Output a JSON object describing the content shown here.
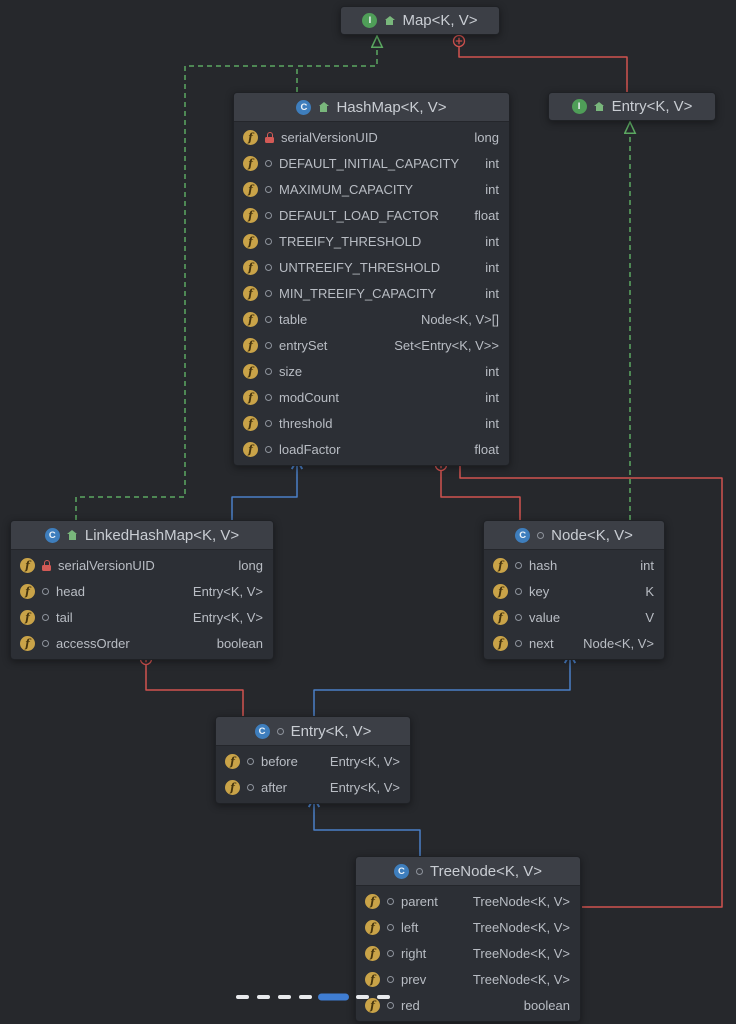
{
  "diagram": {
    "type": "uml-class-diagram",
    "background": "#26282c"
  },
  "colors": {
    "interface_green": "#4f9e58",
    "class_blue": "#3e7ebd",
    "field_yellow": "#c9a348",
    "realization_edge": "#5ba861",
    "generalization_edge": "#4a7fc6",
    "inner_class_edge": "#d0524f",
    "box_header": "#3c3f46",
    "box_body": "#2c2f35"
  },
  "classes": [
    {
      "id": "map",
      "kind": "interface",
      "title": "Map<K, V>",
      "fields": []
    },
    {
      "id": "hashmap",
      "kind": "class",
      "title": "HashMap<K, V>",
      "fields": [
        {
          "name": "serialVersionUID",
          "type": "long",
          "modifier": "private-lock"
        },
        {
          "name": "DEFAULT_INITIAL_CAPACITY",
          "type": "int",
          "modifier": "circle"
        },
        {
          "name": "MAXIMUM_CAPACITY",
          "type": "int",
          "modifier": "circle"
        },
        {
          "name": "DEFAULT_LOAD_FACTOR",
          "type": "float",
          "modifier": "circle"
        },
        {
          "name": "TREEIFY_THRESHOLD",
          "type": "int",
          "modifier": "circle"
        },
        {
          "name": "UNTREEIFY_THRESHOLD",
          "type": "int",
          "modifier": "circle"
        },
        {
          "name": "MIN_TREEIFY_CAPACITY",
          "type": "int",
          "modifier": "circle"
        },
        {
          "name": "table",
          "type": "Node<K, V>[]",
          "modifier": "circle"
        },
        {
          "name": "entrySet",
          "type": "Set<Entry<K, V>>",
          "modifier": "circle"
        },
        {
          "name": "size",
          "type": "int",
          "modifier": "circle"
        },
        {
          "name": "modCount",
          "type": "int",
          "modifier": "circle"
        },
        {
          "name": "threshold",
          "type": "int",
          "modifier": "circle"
        },
        {
          "name": "loadFactor",
          "type": "float",
          "modifier": "circle"
        }
      ]
    },
    {
      "id": "entry_interface",
      "kind": "interface",
      "title": "Entry<K, V>",
      "fields": []
    },
    {
      "id": "linkedhashmap",
      "kind": "class",
      "title": "LinkedHashMap<K, V>",
      "fields": [
        {
          "name": "serialVersionUID",
          "type": "long",
          "modifier": "private-lock"
        },
        {
          "name": "head",
          "type": "Entry<K, V>",
          "modifier": "circle"
        },
        {
          "name": "tail",
          "type": "Entry<K, V>",
          "modifier": "circle"
        },
        {
          "name": "accessOrder",
          "type": "boolean",
          "modifier": "circle"
        }
      ]
    },
    {
      "id": "node",
      "kind": "class",
      "title": "Node<K, V>",
      "fields": [
        {
          "name": "hash",
          "type": "int",
          "modifier": "circle"
        },
        {
          "name": "key",
          "type": "K",
          "modifier": "circle"
        },
        {
          "name": "value",
          "type": "V",
          "modifier": "circle"
        },
        {
          "name": "next",
          "type": "Node<K, V>",
          "modifier": "circle"
        }
      ]
    },
    {
      "id": "entry_class",
      "kind": "class",
      "title": "Entry<K, V>",
      "fields": [
        {
          "name": "before",
          "type": "Entry<K, V>",
          "modifier": "circle"
        },
        {
          "name": "after",
          "type": "Entry<K, V>",
          "modifier": "circle"
        }
      ]
    },
    {
      "id": "treenode",
      "kind": "class",
      "title": "TreeNode<K, V>",
      "fields": [
        {
          "name": "parent",
          "type": "TreeNode<K, V>",
          "modifier": "circle"
        },
        {
          "name": "left",
          "type": "TreeNode<K, V>",
          "modifier": "circle"
        },
        {
          "name": "right",
          "type": "TreeNode<K, V>",
          "modifier": "circle"
        },
        {
          "name": "prev",
          "type": "TreeNode<K, V>",
          "modifier": "circle"
        },
        {
          "name": "red",
          "type": "boolean",
          "modifier": "circle"
        }
      ]
    }
  ],
  "relationships": [
    {
      "from": "HashMap",
      "to": "Map",
      "type": "realization"
    },
    {
      "from": "LinkedHashMap",
      "to": "Map",
      "type": "realization"
    },
    {
      "from": "Node",
      "to": "Entry",
      "type": "realization"
    },
    {
      "from": "LinkedHashMap",
      "to": "HashMap",
      "type": "generalization"
    },
    {
      "from": "Entry (LinkedHashMap)",
      "to": "Node",
      "type": "generalization"
    },
    {
      "from": "TreeNode",
      "to": "Entry (LinkedHashMap)",
      "type": "generalization"
    },
    {
      "from": "Map",
      "to": "Entry",
      "type": "inner-class"
    },
    {
      "from": "HashMap",
      "to": "Node",
      "type": "inner-class"
    },
    {
      "from": "HashMap",
      "to": "TreeNode",
      "type": "inner-class"
    },
    {
      "from": "LinkedHashMap",
      "to": "Entry (LinkedHashMap)",
      "type": "inner-class"
    }
  ],
  "footer_marks": {
    "white_dashes_before": 4,
    "blue_dash": 1,
    "white_dashes_after": 2
  }
}
